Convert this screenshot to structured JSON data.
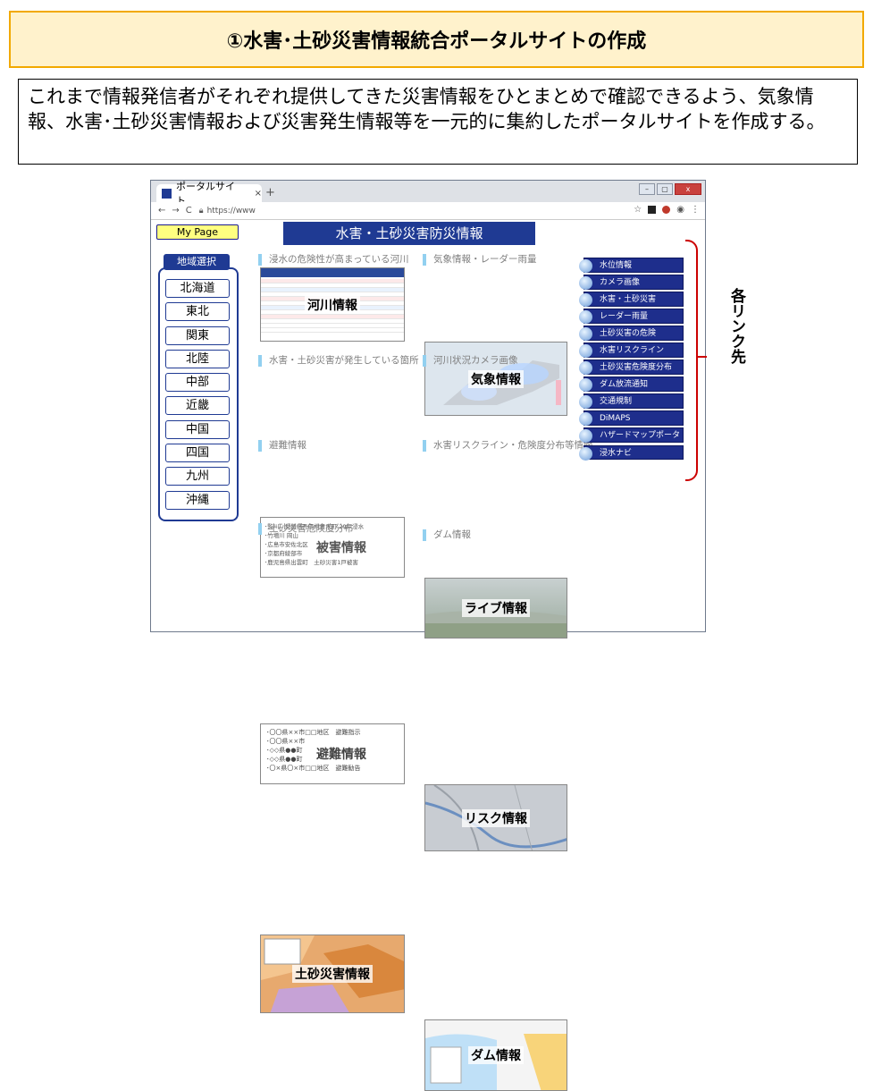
{
  "title": "①水害･土砂災害情報統合ポータルサイトの作成",
  "description": "これまで情報発信者がそれぞれ提供してきた災害情報をひとまとめで確認できるよう、気象情報、水害･土砂災害情報および災害発生情報等を一元的に集約したポータルサイトを作成する。",
  "browser": {
    "tab_label": "ポータルサイト",
    "tab_close": "×",
    "new_tab": "+",
    "url": "https://www",
    "window_controls": [
      "–",
      "▢",
      "x"
    ]
  },
  "site": {
    "mypage_label": "My Page",
    "banner": "水害・土砂災害防災情報",
    "region_heading": "地域選択",
    "regions": [
      "北海道",
      "東北",
      "関東",
      "北陸",
      "中部",
      "近畿",
      "中国",
      "四国",
      "九州",
      "沖縄"
    ],
    "panels": {
      "river": {
        "title": "浸水の危険性が高まっている河川",
        "label": "河川情報"
      },
      "weather": {
        "title": "気象情報・レーダー雨量",
        "label": "気象情報"
      },
      "damage": {
        "title": "水害・土砂災害が発生している箇所",
        "label": "被害情報",
        "lines": [
          "･監川　愛媛県吾市村青木町 29戸浸水",
          "･竹増川 岡山",
          "･広島市安佐北区",
          "･京都府綾部市",
          "･鹿児島県出雲町　土砂災害1戸被害"
        ]
      },
      "camera": {
        "title": "河川状況カメラ画像",
        "label": "ライブ情報"
      },
      "evac": {
        "title": "避難情報",
        "label": "避難情報",
        "lines": [
          "･〇〇県××市□□地区　避難指示",
          "･〇〇県××市",
          "･◇◇県●●町",
          "･◇◇県●●町",
          "･〇×県〇×市□□地区　避難勧告"
        ]
      },
      "risk": {
        "title": "水害リスクライン・危険度分布等情報",
        "label": "リスク情報"
      },
      "sediment": {
        "title": "土砂災害危険度分布",
        "label": "土砂災害情報"
      },
      "dam": {
        "title": "ダム情報",
        "label": "ダム情報"
      }
    },
    "links": [
      "水位情報",
      "カメラ画像",
      "水害・土砂災害",
      "レーダー雨量",
      "土砂災害の危険",
      "水害リスクライン",
      "土砂災害危険度分布",
      "ダム放流通知",
      "交通規制",
      "DiMAPS",
      "ハザードマップポータル",
      "浸水ナビ"
    ]
  },
  "side_label": "各リンク先",
  "colors": {
    "banner": "#1f3a93",
    "title_bg": "#fff2cc",
    "title_border": "#f2a900",
    "bracket": "#cc0000",
    "link_bg": "#1e2e8c"
  }
}
